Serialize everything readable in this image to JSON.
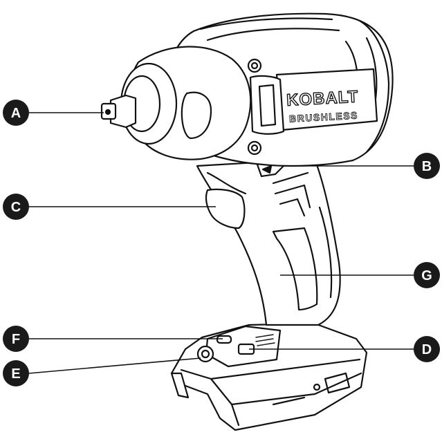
{
  "brand": {
    "logo": "KOBALT",
    "tagline": "BRUSHLESS"
  },
  "callouts": [
    {
      "id": "A",
      "label": "A"
    },
    {
      "id": "B",
      "label": "B"
    },
    {
      "id": "C",
      "label": "C"
    },
    {
      "id": "D",
      "label": "D"
    },
    {
      "id": "E",
      "label": "E"
    },
    {
      "id": "F",
      "label": "F"
    },
    {
      "id": "G",
      "label": "G"
    }
  ],
  "colors": {
    "line": "#111111",
    "badge": "#1a1a1a",
    "badge_text": "#ffffff",
    "body": "#ffffff"
  }
}
